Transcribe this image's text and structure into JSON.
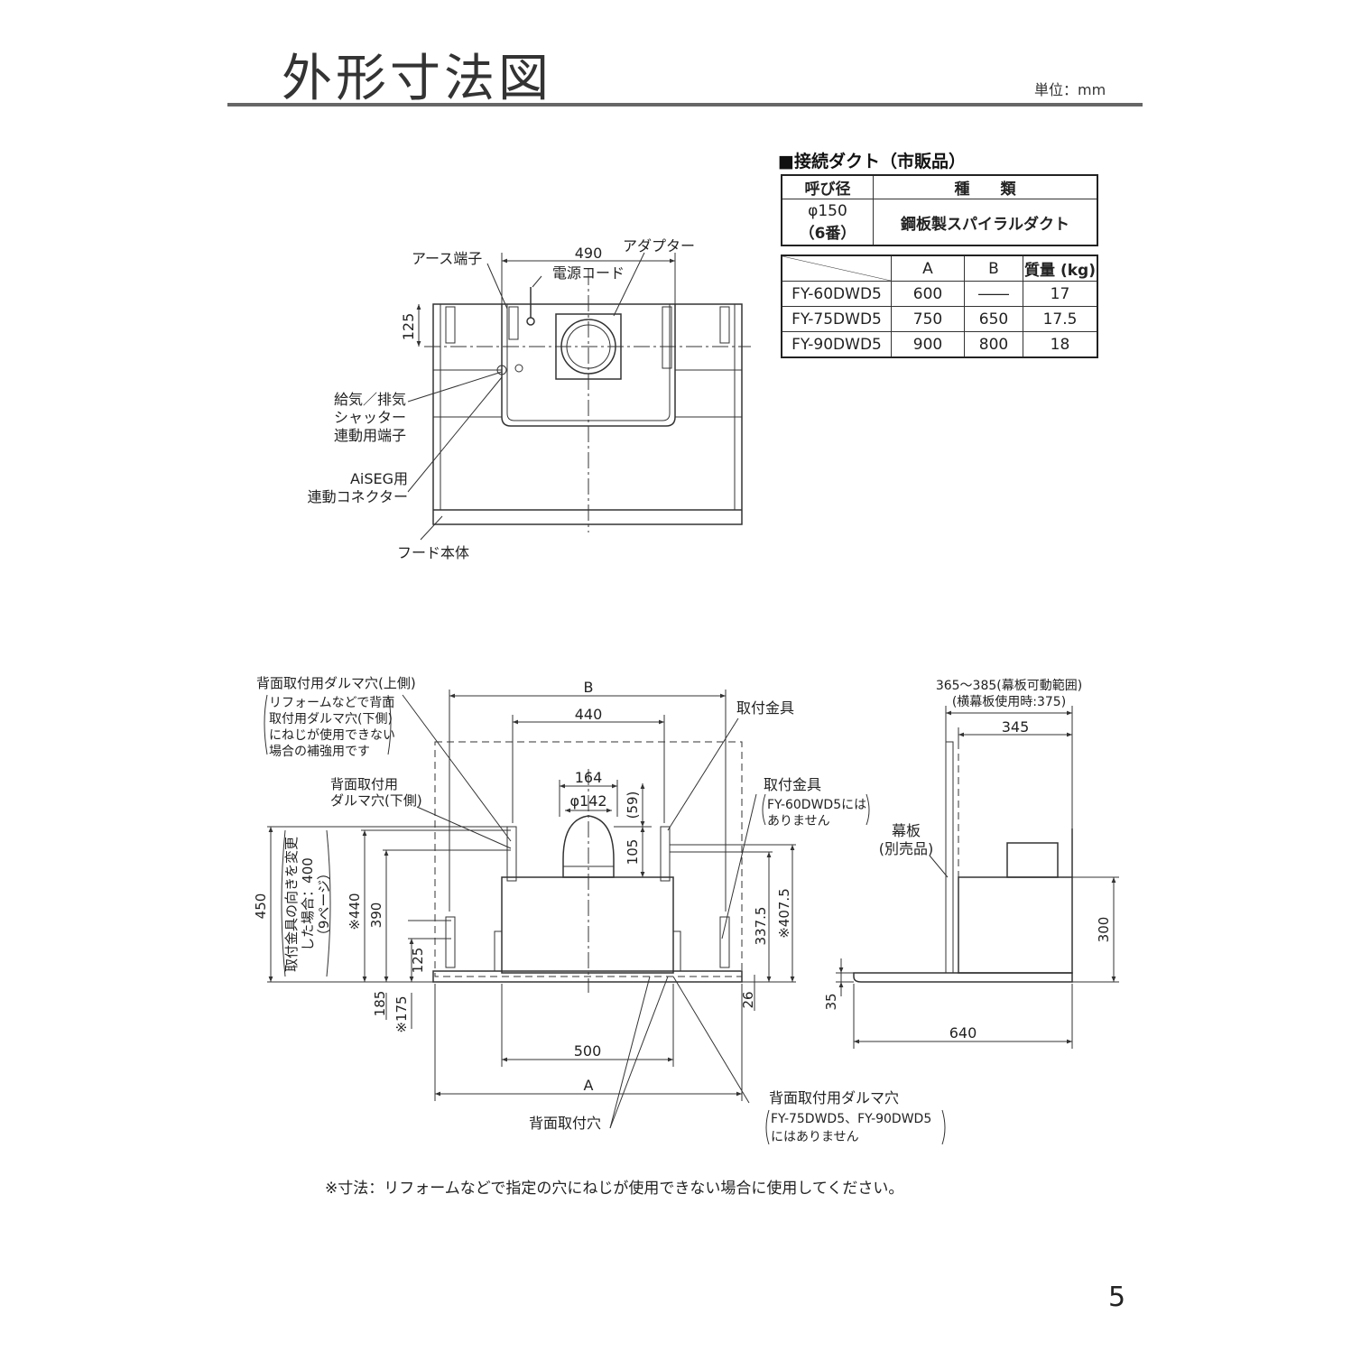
{
  "page": {
    "title": "外形寸法図",
    "unit": "単位：mm",
    "page_number": "5",
    "footnote": "※寸法：リフォームなどで指定の穴にねじが使用できない場合に使用してください。"
  },
  "duct_table": {
    "heading": "■接続ダクト（市販品）",
    "col_diameter": "呼び径",
    "col_type": "種　　類",
    "diameter_line1": "φ150",
    "diameter_line2": "（6番）",
    "type_value": "鋼板製スパイラルダクト"
  },
  "model_table": {
    "headers": [
      "",
      "A",
      "B",
      "質量 (kg)"
    ],
    "rows": [
      [
        "FY-60DWD5",
        "600",
        "――",
        "17"
      ],
      [
        "FY-75DWD5",
        "750",
        "650",
        "17.5"
      ],
      [
        "FY-90DWD5",
        "900",
        "800",
        "18"
      ]
    ]
  },
  "top_view": {
    "dim_490": "490",
    "dim_125": "125",
    "label_earth": "アース端子",
    "label_cord": "電源コード",
    "label_adapter": "アダプター",
    "label_shutter_1": "給気／排気",
    "label_shutter_2": "シャッター",
    "label_shutter_3": "連動用端子",
    "label_aiseg_1": "AiSEG用",
    "label_aiseg_2": "連動コネクター",
    "label_hood": "フード本体"
  },
  "front_view": {
    "label_upper_hole": "背面取付用ダルマ穴(上側)",
    "note_upper_1": "リフォームなどで背面",
    "note_upper_2": "取付用ダルマ穴(下側)",
    "note_upper_3": "にねじが使用できない",
    "note_upper_4": "場合の補強用です",
    "label_lower_hole_1": "背面取付用",
    "label_lower_hole_2": "ダルマ穴(下側)",
    "dim_B": "B",
    "dim_440": "440",
    "dim_164": "164",
    "dim_phi142": "φ142",
    "dim_59": "(59)",
    "dim_105": "105",
    "label_bracket": "取付金具",
    "label_bracket2": "取付金具",
    "note_bracket_1": "FY-60DWD5には",
    "note_bracket_2": "ありません",
    "dim_450": "450",
    "note_rotate_1": "取付金具の向きを変更",
    "note_rotate_2": "した場合：400",
    "note_rotate_3": "（9ページ）",
    "dim_s440": "※440",
    "dim_390": "390",
    "dim_125": "125",
    "dim_185": "185",
    "dim_s175": "※175",
    "dim_3375": "337.5",
    "dim_s4075": "※407.5",
    "dim_26": "26",
    "dim_500": "500",
    "dim_A": "A",
    "label_back_hole": "背面取付用ダルマ穴",
    "note_back_hole_1": "FY-75DWD5、FY-90DWD5",
    "note_back_hole_2": "にはありません",
    "label_back_mount": "背面取付穴"
  },
  "side_view": {
    "dim_range_1": "365～385(幕板可動範囲)",
    "dim_range_2": "(横幕板使用時:375)",
    "dim_345": "345",
    "label_panel_1": "幕板",
    "label_panel_2": "(別売品)",
    "dim_300": "300",
    "dim_35": "35",
    "dim_640": "640"
  }
}
